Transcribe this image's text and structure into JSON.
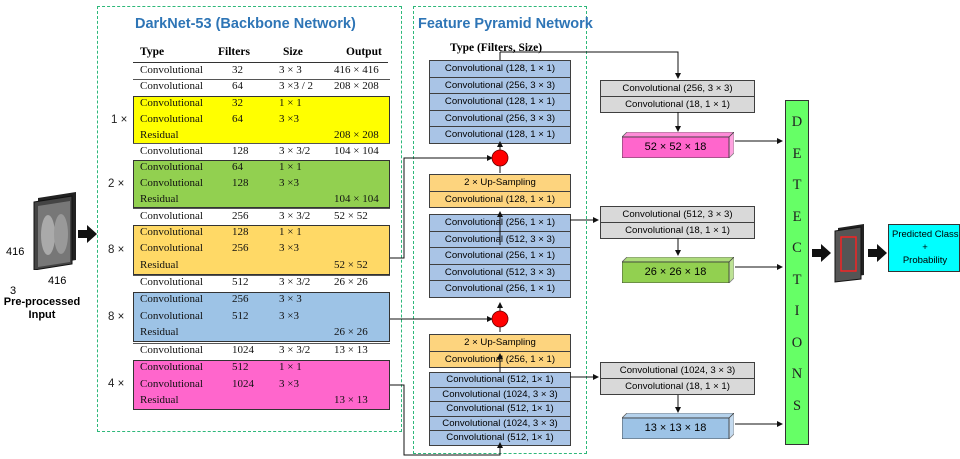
{
  "backbone": {
    "title": "DarkNet-53 (Backbone Network)",
    "headers": [
      "Type",
      "Filters",
      "Size",
      "Output"
    ],
    "rows": [
      {
        "type": "Convolutional",
        "filters": "32",
        "size": "3 × 3",
        "output": "416 × 416"
      },
      {
        "type": "Convolutional",
        "filters": "64",
        "size": "3 ×3 / 2",
        "output": "208 × 208"
      },
      {
        "type": "Convolutional",
        "filters": "32",
        "size": "1 × 1",
        "output": ""
      },
      {
        "type": "Convolutional",
        "filters": "64",
        "size": "3 ×3",
        "output": ""
      },
      {
        "type": "Residual",
        "filters": "",
        "size": "",
        "output": "208 × 208"
      },
      {
        "type": "Convolutional",
        "filters": "128",
        "size": "3 × 3/2",
        "output": "104 × 104"
      },
      {
        "type": "Convolutional",
        "filters": "64",
        "size": "1 × 1",
        "output": ""
      },
      {
        "type": "Convolutional",
        "filters": "128",
        "size": "3 ×3",
        "output": ""
      },
      {
        "type": "Residual",
        "filters": "",
        "size": "",
        "output": "104 × 104"
      },
      {
        "type": "Convolutional",
        "filters": "256",
        "size": "3 × 3/2",
        "output": "52 × 52"
      },
      {
        "type": "Convolutional",
        "filters": "128",
        "size": "1 × 1",
        "output": ""
      },
      {
        "type": "Convolutional",
        "filters": "256",
        "size": "3 ×3",
        "output": ""
      },
      {
        "type": "Residual",
        "filters": "",
        "size": "",
        "output": "52 × 52"
      },
      {
        "type": "Convolutional",
        "filters": "512",
        "size": "3 × 3/2",
        "output": "26 × 26"
      },
      {
        "type": "Convolutional",
        "filters": "256",
        "size": "3 × 3",
        "output": ""
      },
      {
        "type": "Convolutional",
        "filters": "512",
        "size": "3 ×3",
        "output": ""
      },
      {
        "type": "Residual",
        "filters": "",
        "size": "",
        "output": "26 × 26"
      },
      {
        "type": "Convolutional",
        "filters": "1024",
        "size": "3 × 3/2",
        "output": "13 × 13"
      },
      {
        "type": "Convolutional",
        "filters": "512",
        "size": "1 × 1",
        "output": ""
      },
      {
        "type": "Convolutional",
        "filters": "1024",
        "size": "3 ×3",
        "output": ""
      },
      {
        "type": "Residual",
        "filters": "",
        "size": "",
        "output": "13 × 13"
      }
    ],
    "blocks": [
      {
        "multiplier": "1 ×",
        "color": "#ffff00"
      },
      {
        "multiplier": "2 ×",
        "color": "#92d050"
      },
      {
        "multiplier": "8 ×",
        "color": "#ffd966"
      },
      {
        "multiplier": "8 ×",
        "color": "#9dc3e6"
      },
      {
        "multiplier": "4 ×",
        "color": "#ff66cc"
      }
    ]
  },
  "input": {
    "dim_height": "416",
    "dim_width": "416",
    "dim_channels": "3",
    "label_line1": "Pre-processed",
    "label_line2": "Input"
  },
  "fpn": {
    "title": "Feature Pyramid Network",
    "subheader": "Type (Filters, Size)",
    "group1": [
      "Convolutional (128, 1 × 1)",
      "Convolutional (256, 3 × 3)",
      "Convolutional (128, 1 × 1)",
      "Convolutional (256, 3 × 3)",
      "Convolutional (128, 1 × 1)"
    ],
    "upsample1": [
      "2 × Up-Sampling",
      "Convolutional (128, 1 × 1)"
    ],
    "group2": [
      "Convolutional (256, 1 × 1)",
      "Convolutional (512, 3 × 3)",
      "Convolutional (256, 1 × 1)",
      "Convolutional (512, 3 × 3)",
      "Convolutional (256, 1 × 1)"
    ],
    "upsample2": [
      "2 × Up-Sampling",
      "Convolutional (256, 1 × 1)"
    ],
    "group3": [
      "Convolutional (512, 1× 1)",
      "Convolutional (1024, 3 × 3)",
      "Convolutional (512, 1× 1)",
      "Convolutional (1024, 3 × 3)",
      "Convolutional (512, 1× 1)"
    ]
  },
  "heads": [
    {
      "convs": [
        "Convolutional (256, 3 × 3)",
        "Convolutional (18, 1 × 1)"
      ],
      "output": "52 × 52 × 18",
      "color": "#ff66cc"
    },
    {
      "convs": [
        "Convolutional (512, 3 × 3)",
        "Convolutional (18, 1 × 1)"
      ],
      "output": "26 × 26 × 18",
      "color": "#92d050"
    },
    {
      "convs": [
        "Convolutional (1024, 3 × 3)",
        "Convolutional (18, 1 × 1)"
      ],
      "output": "13 × 13 × 18",
      "color": "#9dc3e6"
    }
  ],
  "detections": {
    "letters": [
      "D",
      "E",
      "T",
      "E",
      "C",
      "T",
      "I",
      "O",
      "N",
      "S"
    ],
    "color": "#66ff66"
  },
  "output": {
    "label_line1": "Predicted Class",
    "label_line2": "+",
    "label_line3": "Probability",
    "color": "#00ffff"
  }
}
